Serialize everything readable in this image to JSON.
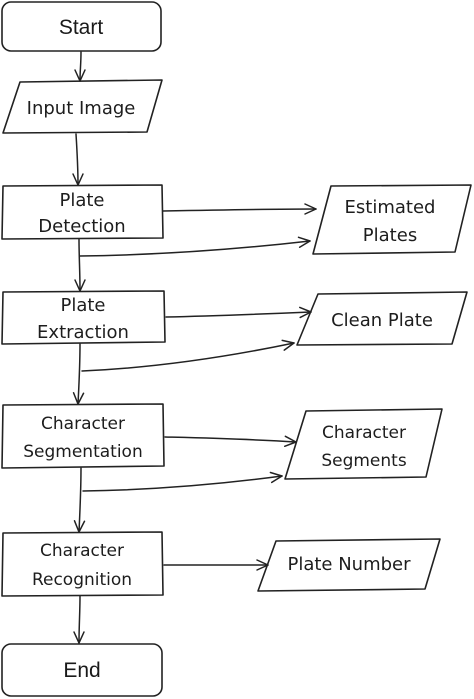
{
  "flowchart": {
    "start": {
      "label": "Start"
    },
    "input_image": {
      "label": "Input Image"
    },
    "plate_detection": {
      "line1": "Plate",
      "line2": "Detection"
    },
    "estimated_plates": {
      "line1": "Estimated",
      "line2": "Plates"
    },
    "plate_extraction": {
      "line1": "Plate",
      "line2": "Extraction"
    },
    "clean_plate": {
      "label": "Clean Plate"
    },
    "character_segmentation": {
      "line1": "Character",
      "line2": "Segmentation"
    },
    "character_segments": {
      "line1": "Character",
      "line2": "Segments"
    },
    "character_recognition": {
      "line1": "Character",
      "line2": "Recognition"
    },
    "plate_number": {
      "label": "Plate Number"
    },
    "end": {
      "label": "End"
    }
  }
}
